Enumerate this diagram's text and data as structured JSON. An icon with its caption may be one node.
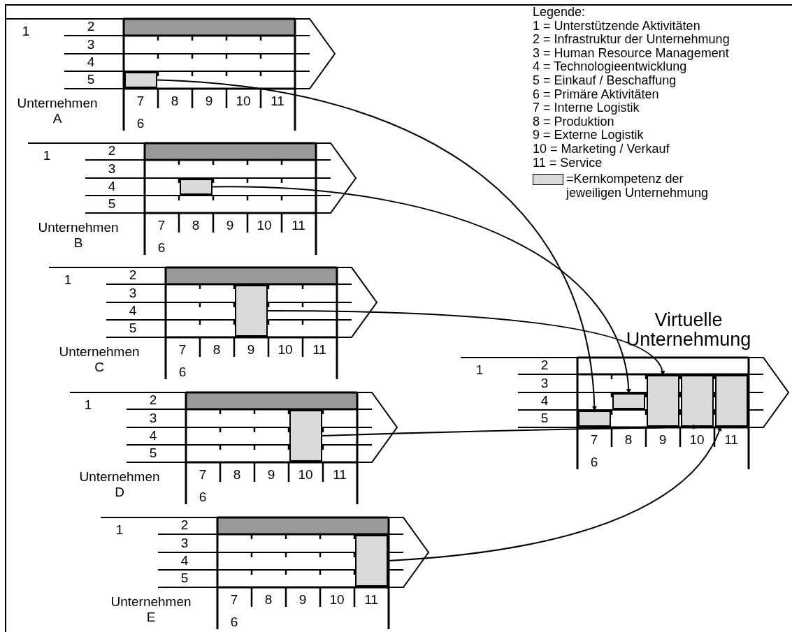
{
  "diagram": {
    "nodes": [
      {
        "text": [
          "1",
          "2",
          "3",
          "4",
          "5",
          "Unternehmen A",
          "7",
          "8",
          "9",
          "10",
          "11",
          "6"
        ]
      },
      {
        "text": [],
        "shape": "box",
        "in": 0
      },
      {
        "text": [
          "1",
          "2",
          "3",
          "4",
          "5",
          "Unternehmen B",
          "7",
          "8",
          "9",
          "10",
          "11",
          "6"
        ]
      },
      {
        "text": [],
        "shape": "box",
        "in": 2
      },
      {
        "text": [
          "1",
          "2",
          "3",
          "4",
          "5",
          "Unternehmen C",
          "7",
          "8",
          "9",
          "10",
          "11",
          "6"
        ]
      },
      {
        "text": [],
        "shape": "box",
        "in": 4
      },
      {
        "text": [
          "1",
          "2",
          "3",
          "4",
          "5",
          "Unternehmen D",
          "7",
          "8",
          "9",
          "10",
          "11",
          "6"
        ]
      },
      {
        "text": [],
        "shape": "box",
        "in": 6
      },
      {
        "text": [
          "1",
          "2",
          "3",
          "4",
          "5",
          "Unternehmen E",
          "7",
          "8",
          "9",
          "10",
          "11",
          "6"
        ]
      },
      {
        "text": [],
        "shape": "box",
        "in": 8
      },
      {
        "text": [
          "1",
          "2",
          "3",
          "4",
          "5",
          "Virtuelle Unternehmung",
          "7",
          "8",
          "9",
          "10",
          "11",
          "6"
        ]
      },
      {
        "text": [],
        "shape": "box",
        "in": 10
      },
      {
        "text": [],
        "shape": "box",
        "in": 10
      },
      {
        "text": [],
        "shape": "box",
        "in": 10
      },
      {
        "text": [],
        "shape": "box",
        "in": 10
      },
      {
        "text": [],
        "shape": "box",
        "in": 10
      }
    ],
    "edges": [
      {
        "from": 1,
        "to": 11,
        "arrow": "to"
      },
      {
        "from": 3,
        "to": 12,
        "arrow": "to"
      },
      {
        "from": 5,
        "to": 13,
        "arrow": "to"
      },
      {
        "from": 7,
        "to": 14,
        "arrow": "to"
      },
      {
        "from": 9,
        "to": 15,
        "arrow": "to"
      }
    ],
    "labels": [
      "Legende:"
    ],
    "legend": [
      {
        "text": "1 = Unterstützende Aktivitäten"
      },
      {
        "text": "2 = Infrastruktur der Unternehmung"
      },
      {
        "text": "3 = Human Resource Management"
      },
      {
        "text": "4 = Technologieentwicklung"
      },
      {
        "text": "5 = Einkauf / Beschaffung"
      },
      {
        "text": "6 = Primäre Aktivitäten"
      },
      {
        "text": "7 = Interne Logistik"
      },
      {
        "text": "8 = Produktion"
      },
      {
        "text": "9 = Externe Logistik"
      },
      {
        "text": "10 = Marketing / Verkauf"
      },
      {
        "text": "11 = Service"
      },
      {
        "text": "=Kernkompetenz der jeweiligen Unternehmung",
        "color": "#d9d9d9"
      }
    ]
  }
}
